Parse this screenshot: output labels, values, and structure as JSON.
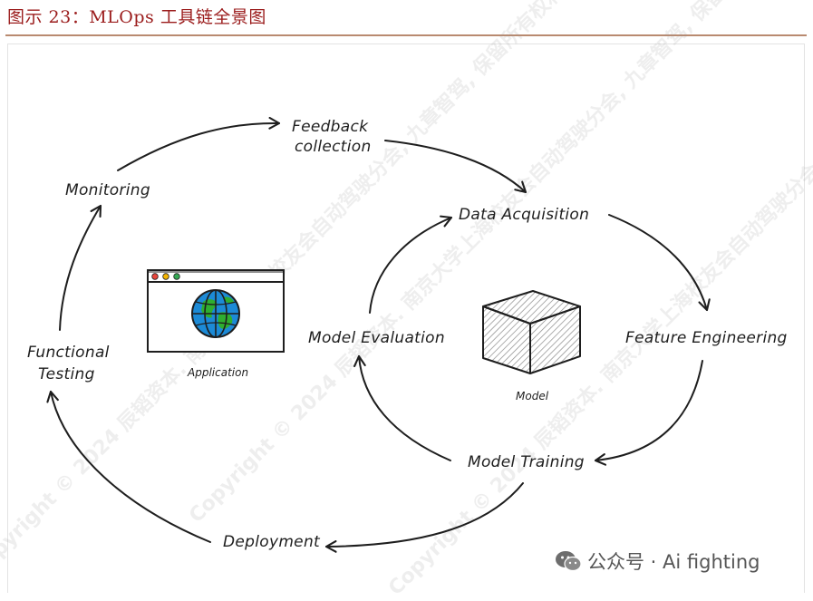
{
  "figure": {
    "title": "图示 23：MLOps 工具链全景图"
  },
  "nodes": {
    "feedback_line1": "Feedback",
    "feedback_line2": "collection",
    "data_acquisition": "Data Acquisition",
    "feature_engineering": "Feature Engineering",
    "model_training": "Model Training",
    "model_evaluation": "Model Evaluation",
    "deployment": "Deployment",
    "functional_line1": "Functional",
    "functional_line2": "Testing",
    "monitoring": "Monitoring"
  },
  "icons": {
    "application_label": "Application",
    "model_label": "Model",
    "globe_color": "#1c8ad6",
    "land_color": "#2fae2f",
    "window_dot_colors": [
      "#e8453c",
      "#f4b400",
      "#34a853"
    ]
  },
  "watermarks": [
    "Copyright © 2024 辰韬资本. 南京大学上海校友会自动驾驶分会, 九章智驾, 保留所有权利。",
    "Copyright © 2024 辰韬资本. 南京大学上海校友会自动驾驶分会, 九章智驾, 保留所有权利。",
    "Copyright © 2024 辰韬资本. 南京大学上海校友会自动驾驶分会, 九章智驾, 保留所有权利。"
  ],
  "footer": {
    "wechat_text": "公众号 · Ai fighting"
  }
}
